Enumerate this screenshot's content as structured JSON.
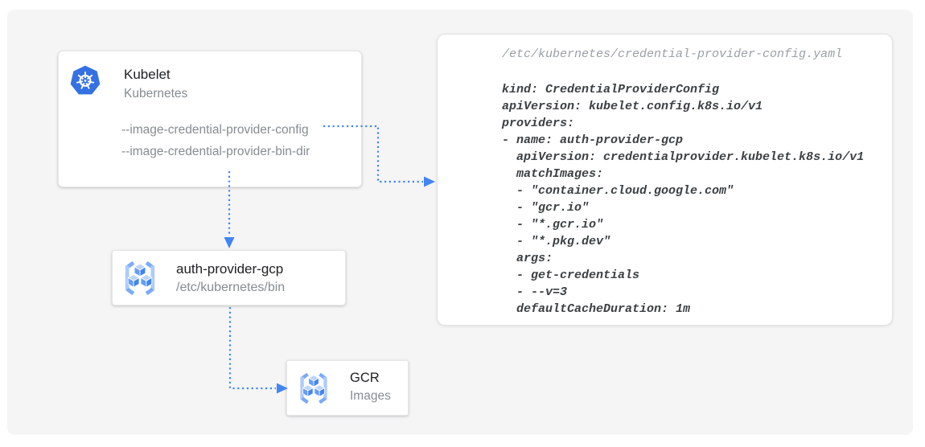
{
  "kubelet": {
    "title": "Kubelet",
    "subtitle": "Kubernetes",
    "flags": [
      "--image-credential-provider-config",
      "--image-credential-provider-bin-dir"
    ]
  },
  "auth_provider": {
    "title": "auth-provider-gcp",
    "subtitle": "/etc/kubernetes/bin"
  },
  "gcr": {
    "title": "GCR",
    "subtitle": "Images"
  },
  "code_panel": {
    "file": "/etc/kubernetes/credential-provider-config.yaml",
    "lines": [
      "kind: CredentialProviderConfig",
      "apiVersion: kubelet.config.k8s.io/v1",
      "providers:",
      "- name: auth-provider-gcp",
      "  apiVersion: credentialprovider.kubelet.k8s.io/v1",
      "  matchImages:",
      "  - \"container.cloud.google.com\"",
      "  - \"gcr.io\"",
      "  - \"*.gcr.io\"",
      "  - \"*.pkg.dev\"",
      "  args:",
      "  - get-credentials",
      "  - --v=3",
      "  defaultCacheDuration: 1m"
    ]
  },
  "icons": {
    "kubelet": "kubernetes-icon",
    "auth_provider": "gcr-icon",
    "gcr": "gcr-icon"
  },
  "colors": {
    "arrow_blue": "#4285f4",
    "kubernetes_blue": "#3571e3",
    "canvas_background": "#f5f5f6",
    "node_background": "#ffffff",
    "title_text": "#202124",
    "muted_text": "#878c91",
    "code_header_text": "#9aa0a6",
    "code_body_text": "#3c4043"
  }
}
